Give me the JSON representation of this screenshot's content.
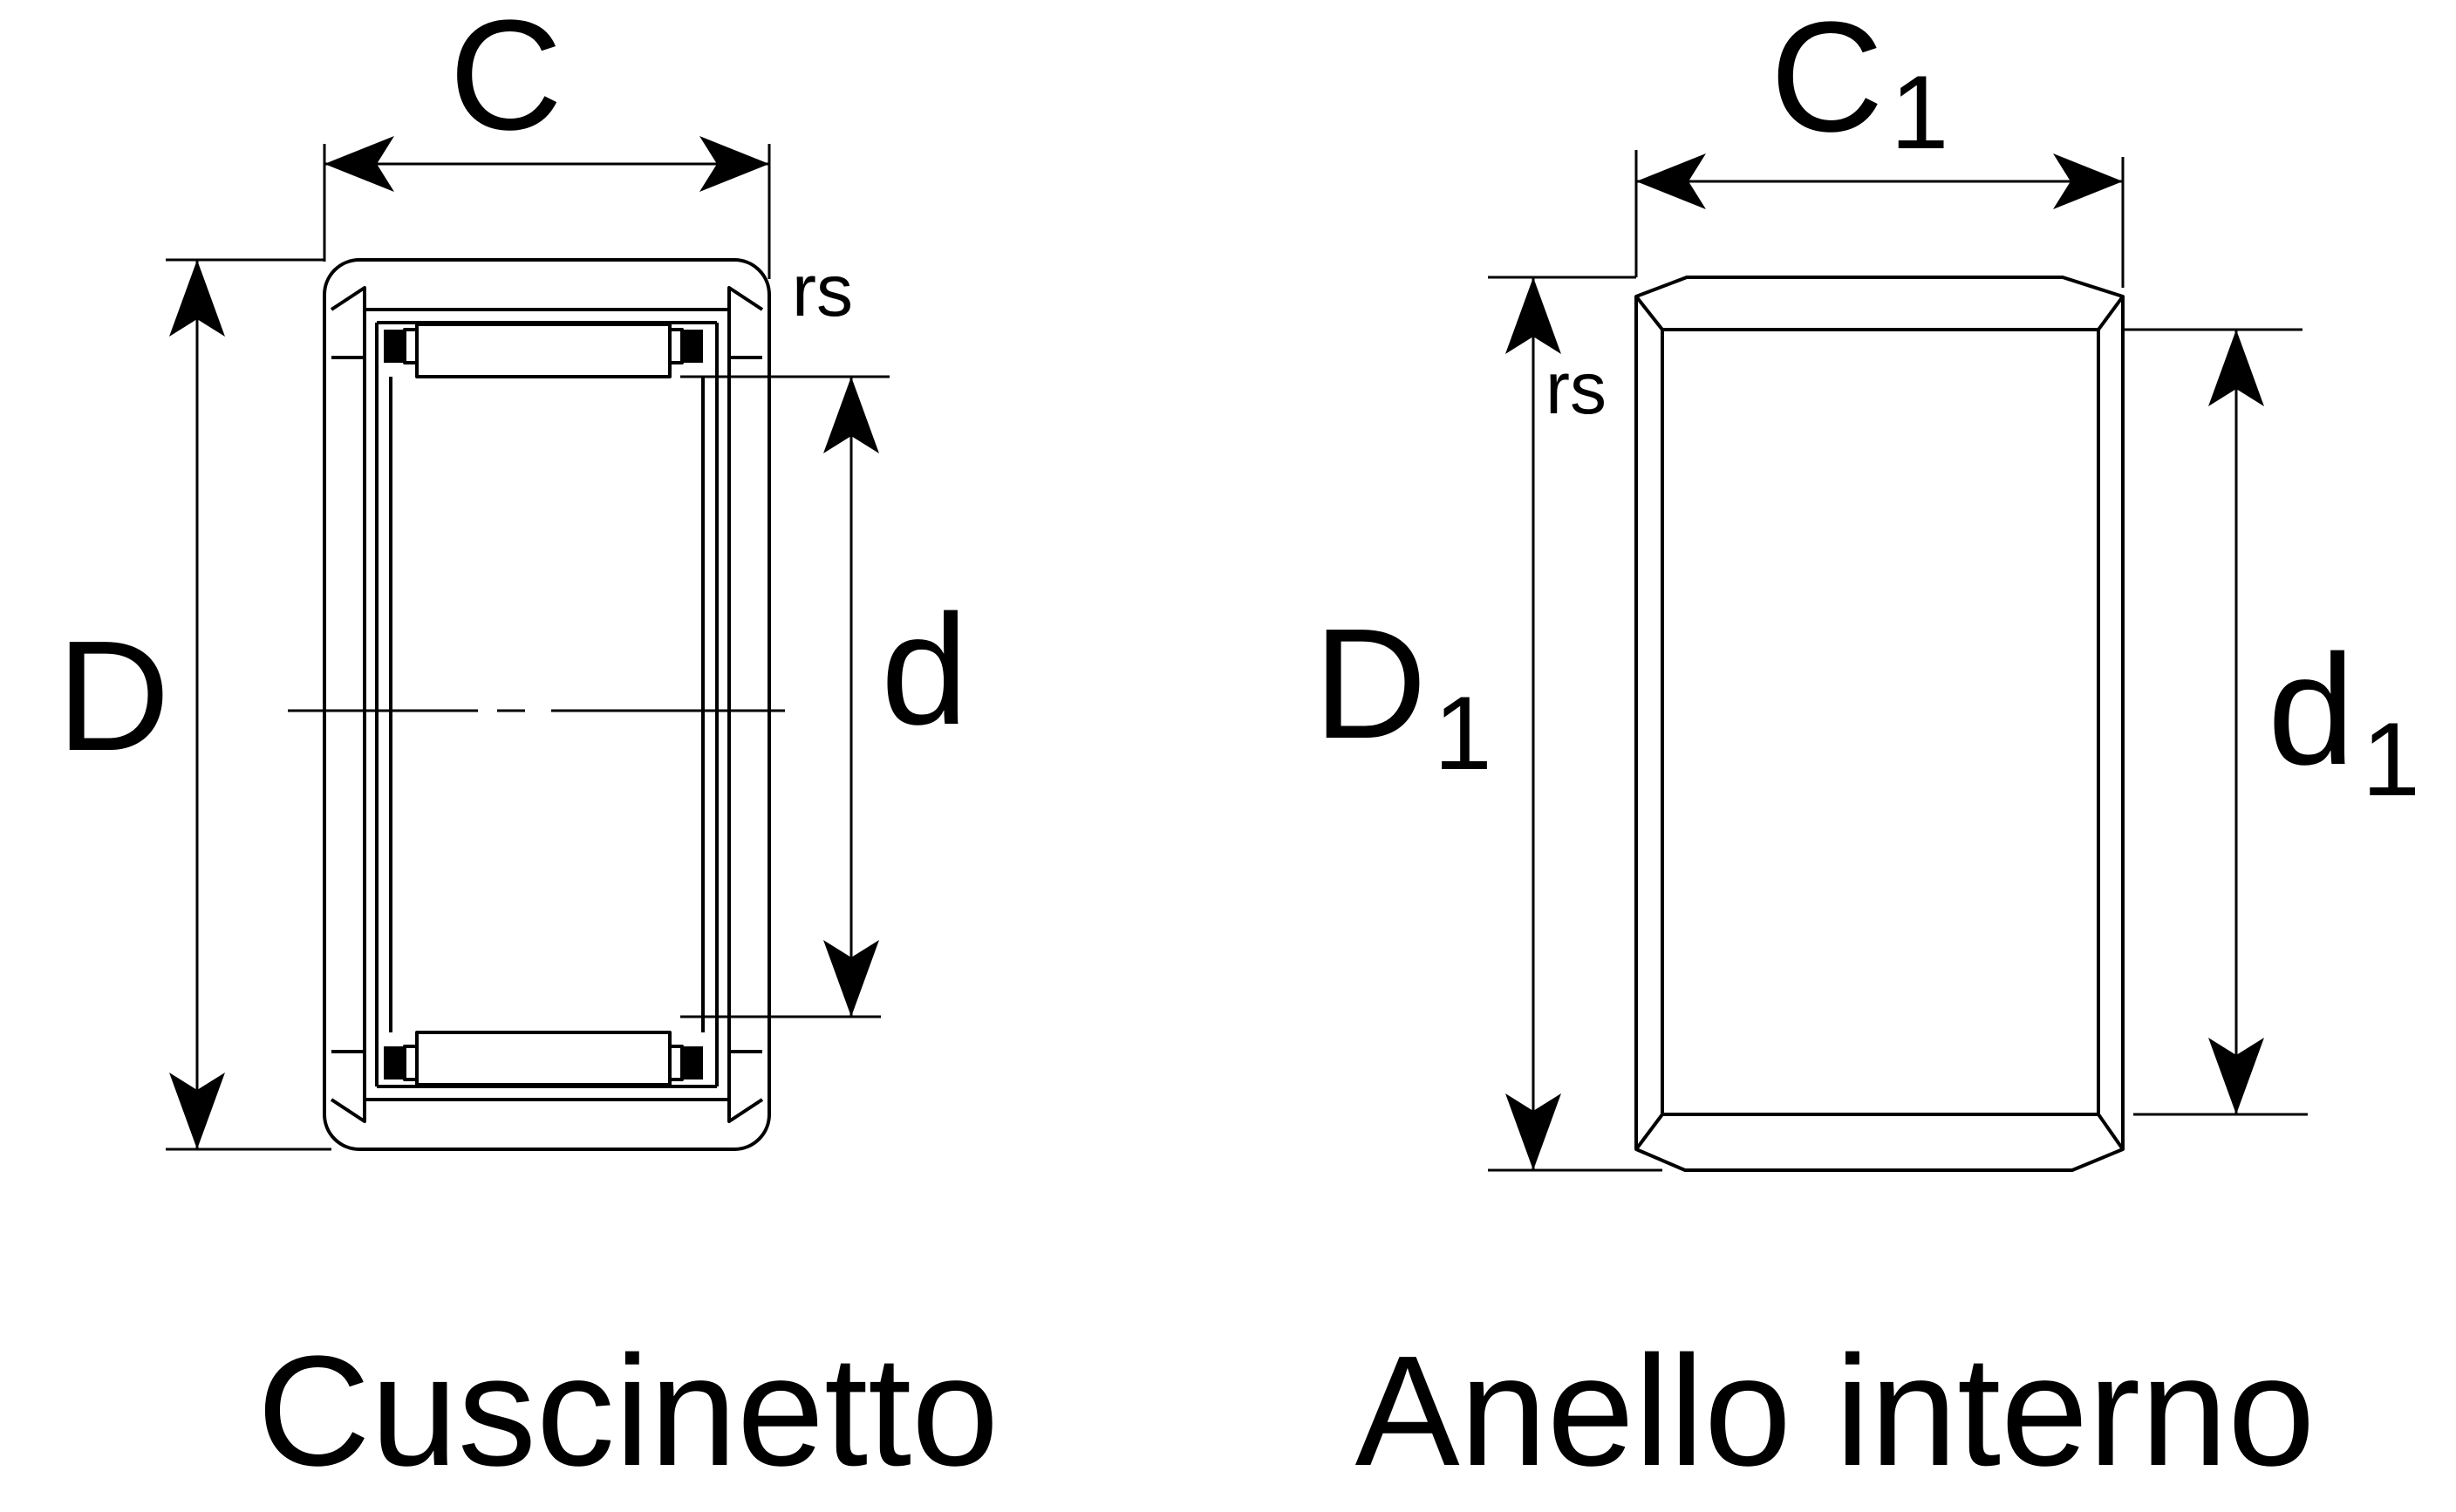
{
  "bearing": {
    "caption": "Cuscinetto",
    "width_label": "C",
    "outer_diameter_label": "D",
    "inner_diameter_label": "d",
    "chamfer_label": "rs"
  },
  "inner_ring": {
    "caption": "Anello interno",
    "width_label": "C",
    "width_subscript": "1",
    "outer_diameter_label": "D",
    "outer_diameter_subscript": "1",
    "inner_diameter_label": "d",
    "inner_diameter_subscript": "1",
    "chamfer_label": "rs"
  }
}
